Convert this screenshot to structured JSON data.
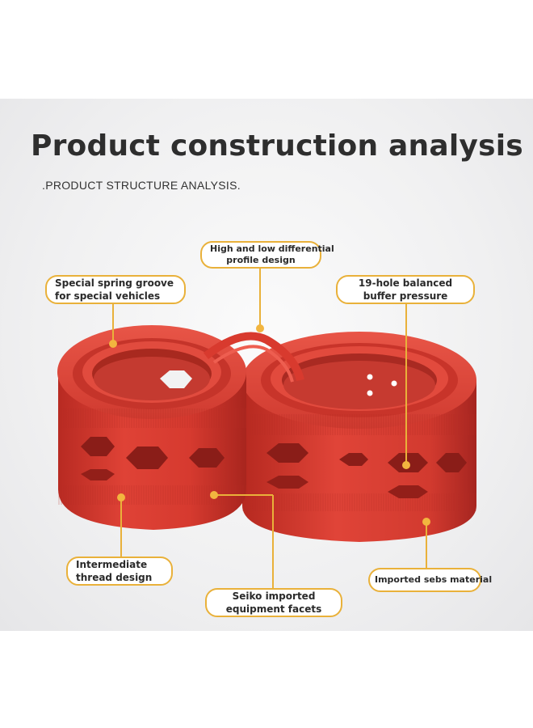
{
  "title": "Product construction analysis",
  "subtitle": ".PRODUCT STRUCTURE ANALYSIS.",
  "callouts": {
    "profile_design": {
      "line1": "High and low differential",
      "line2": "profile design"
    },
    "spring_groove": {
      "line1": "Special spring groove",
      "line2": "for special vehicles"
    },
    "balanced_holes": {
      "line1": "19-hole balanced",
      "line2": "buffer pressure"
    },
    "thread_design": {
      "line1": "Intermediate",
      "line2": "thread design"
    },
    "facets": {
      "line1": "Seiko imported",
      "line2": "equipment facets"
    },
    "material": {
      "line1": "Imported sebs material"
    }
  },
  "colors": {
    "accent": "#e9b13a",
    "product_red": "#d83a2e",
    "title_text": "#2e2e2e"
  }
}
